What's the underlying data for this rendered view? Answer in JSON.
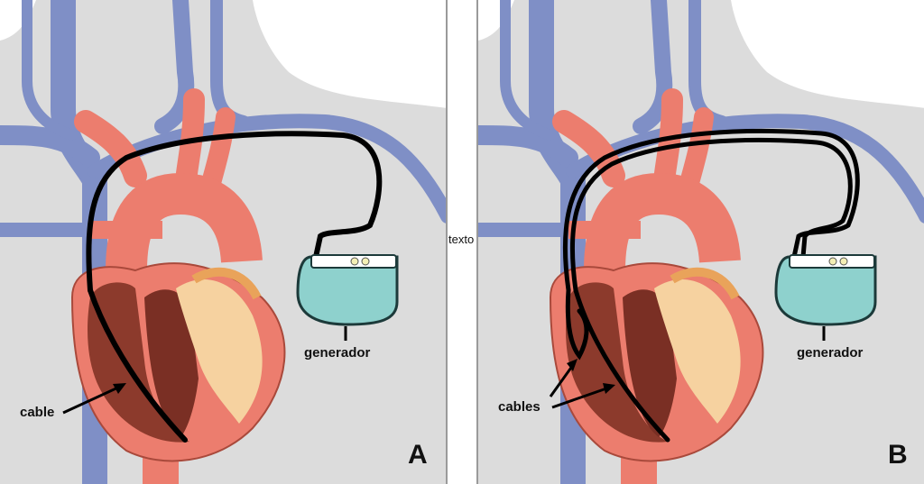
{
  "middle_text": "texto",
  "panel_a": {
    "letter": "A",
    "generator_label": "generador",
    "lead_label": "cable"
  },
  "panel_b": {
    "letter": "B",
    "generator_label": "generador",
    "lead_label": "cables"
  },
  "colors": {
    "background": "#dcdcdc",
    "skin": "#ffffff",
    "vein": "#7f8fc6",
    "artery": "#ec7d6e",
    "heart_inner": "#8c3a2c",
    "fat": "#f6d2a0",
    "device": "#8ed1cd",
    "lead": "#000000"
  }
}
